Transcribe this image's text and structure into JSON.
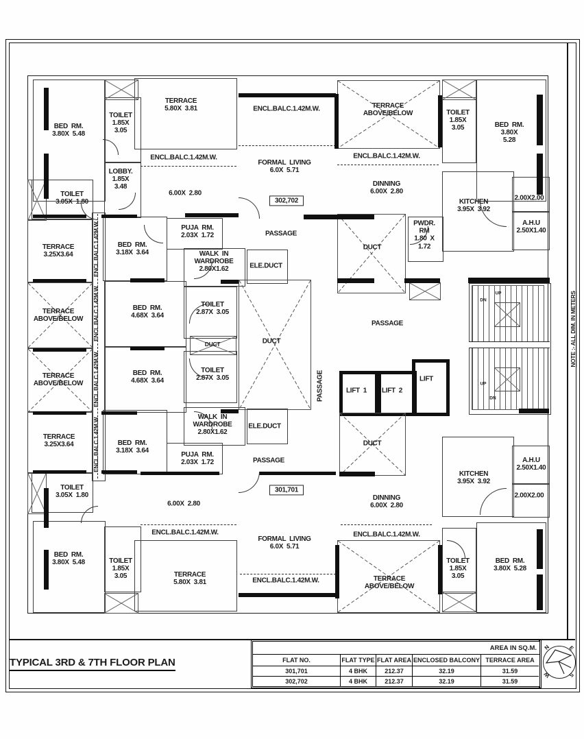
{
  "sheet": {
    "title": "TYPICAL 3RD & 7TH FLOOR PLAN",
    "area_units_note": "AREA IN SQ.M.",
    "dimension_note": "NOTE :-  ALL  DIM.  IN  METERS"
  },
  "flat_tags": {
    "upper": "302,702",
    "lower": "301,701"
  },
  "labels": {
    "bed_380_548": "BED  RM.\n3.80X  5.48",
    "bed_380_528_tall": "BED  RM.\n3.80X\n5.28",
    "bed_380_528_wide": "BED  RM.\n3.80X  5.28",
    "bed_318_364": "BED  RM.\n3.18X  3.64",
    "bed_468_364": "BED  RM.\n4.68X  3.64",
    "toilet_185_305": "TOILET\n1.85X\n3.05",
    "toilet_305_180": "TOILET\n3.05X  1.80",
    "toilet_287_305": "TOILET\n2.87X  3.05",
    "terrace_580_381": "TERRACE\n5.80X  3.81",
    "terrace_325_364": "TERRACE\n3.25X3.64",
    "terrace_above_below": "TERRACE\nABOVE/BELOW",
    "encl_balc": "ENCL.BALC.1.42M.W.",
    "lobby_185_348": "LOBBY.\n1.85X\n3.48",
    "formal_living": "FORMAL  LIVING\n6.0X  5.71",
    "dinning": "DINNING\n6.00X  2.80",
    "dim_600_280": "6.00X  2.80",
    "dim_200_200": "2.00X2.00",
    "kitchen_395_392": "KITCHEN\n3.95X  3.92",
    "ahu_250_140": "A.H.U\n2.50X1.40",
    "puja_203_172": "PUJA  RM.\n2.03X  1.72",
    "pwdr_rm": "PWDR.\nRM\n1.80  X\n1.72",
    "walk_in_wardrobe": "WALK  IN\nWARDROBE\n2.80X1.62",
    "ele_duct": "ELE.DUCT",
    "duct": "DUCT",
    "passage": "PASSAGE",
    "lift_1": "LIFT  1",
    "lift_2": "LIFT  2",
    "lift": "LIFT",
    "up": "UP",
    "dn": "DN"
  },
  "table": {
    "headers": [
      "FLAT NO.",
      "FLAT TYPE",
      "FLAT  AREA",
      "ENCLOSED BALCONY",
      "TERRACE  AREA"
    ],
    "rows": [
      [
        "301,701",
        "4 BHK",
        "212.37",
        "32.19",
        "31.59"
      ],
      [
        "302,702",
        "4 BHK",
        "212.37",
        "32.19",
        "31.59"
      ]
    ]
  },
  "compass": {
    "n": "N",
    "e": "E",
    "w": "W",
    "s": "S"
  }
}
